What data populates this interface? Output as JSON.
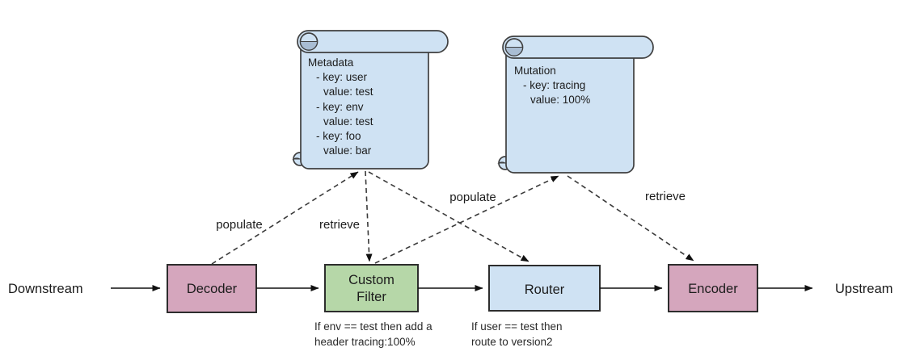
{
  "diagram": {
    "colors": {
      "node_pink": "#d5a6bd",
      "node_green": "#b6d7a8",
      "node_blue": "#cfe2f3",
      "note_fill": "#cfe2f3",
      "note_curl": "#a9bdd3"
    },
    "endpoints": {
      "left": "Downstream",
      "right": "Upstream"
    },
    "nodes": {
      "decoder": {
        "label": "Decoder"
      },
      "custom_filter": {
        "label_line1": "Custom",
        "label_line2": "Filter",
        "caption_line1": "If env == test then add a",
        "caption_line2": "header tracing:100%"
      },
      "router": {
        "label": "Router",
        "caption_line1": "If user == test then",
        "caption_line2": "route to version2"
      },
      "encoder": {
        "label": "Encoder"
      }
    },
    "notes": {
      "metadata": {
        "lines": [
          "Metadata",
          "- key: user",
          "value: test",
          "- key: env",
          "value: test",
          "- key: foo",
          "value: bar"
        ]
      },
      "mutation": {
        "lines": [
          "Mutation",
          "- key: tracing",
          "value: 100%"
        ]
      }
    },
    "edges": {
      "decoder_to_metadata": "populate",
      "metadata_to_filter": "retrieve",
      "filter_to_mutation": "populate",
      "mutation_to_encoder": "retrieve"
    }
  }
}
